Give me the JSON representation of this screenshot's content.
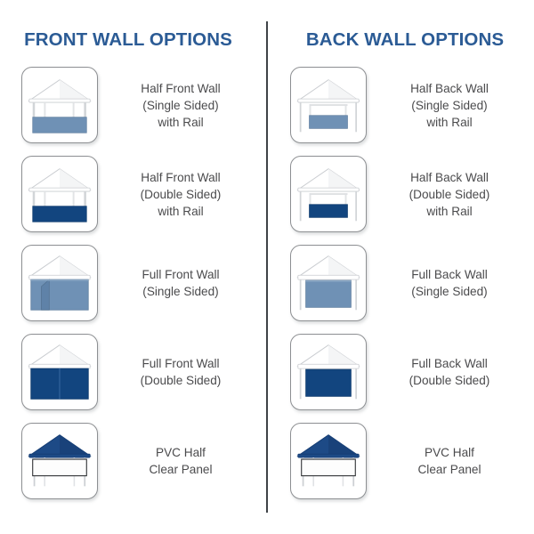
{
  "colors": {
    "title_blue": "#2b5b95",
    "label_gray": "#4b4b4d",
    "card_border": "#8d8f92",
    "divider": "#3f4347",
    "panel_light_blue": "#6f91b5",
    "panel_navy": "#12457f",
    "canopy_white": "#ffffff",
    "canopy_navy": "#1d4a86",
    "frame_gray": "#b9bcc0",
    "background": "#ffffff"
  },
  "columns": [
    {
      "id": "front-wall",
      "title": "FRONT WALL OPTIONS",
      "options": [
        {
          "icon": "tent-half-front-wall-single-sided-icon",
          "lines": [
            "Half Front Wall",
            "(Single Sided)",
            "with Rail"
          ]
        },
        {
          "icon": "tent-half-front-wall-double-sided-icon",
          "lines": [
            "Half Front Wall",
            "(Double Sided)",
            "with Rail"
          ]
        },
        {
          "icon": "tent-full-front-wall-single-sided-icon",
          "lines": [
            "Full Front Wall",
            "(Single Sided)"
          ]
        },
        {
          "icon": "tent-full-front-wall-double-sided-icon",
          "lines": [
            "Full Front Wall",
            "(Double Sided)"
          ]
        },
        {
          "icon": "tent-pvc-half-clear-panel-front-icon",
          "lines": [
            "PVC Half",
            "Clear Panel"
          ]
        }
      ]
    },
    {
      "id": "back-wall",
      "title": "BACK WALL OPTIONS",
      "options": [
        {
          "icon": "tent-half-back-wall-single-sided-icon",
          "lines": [
            "Half Back Wall",
            "(Single Sided)",
            "with Rail"
          ]
        },
        {
          "icon": "tent-half-back-wall-double-sided-icon",
          "lines": [
            "Half Back Wall",
            "(Double Sided)",
            "with Rail"
          ]
        },
        {
          "icon": "tent-full-back-wall-single-sided-icon",
          "lines": [
            "Full Back Wall",
            "(Single Sided)"
          ]
        },
        {
          "icon": "tent-full-back-wall-double-sided-icon",
          "lines": [
            "Full Back Wall",
            "(Double Sided)"
          ]
        },
        {
          "icon": "tent-pvc-half-clear-panel-back-icon",
          "lines": [
            "PVC Half",
            "Clear Panel"
          ]
        }
      ]
    }
  ]
}
